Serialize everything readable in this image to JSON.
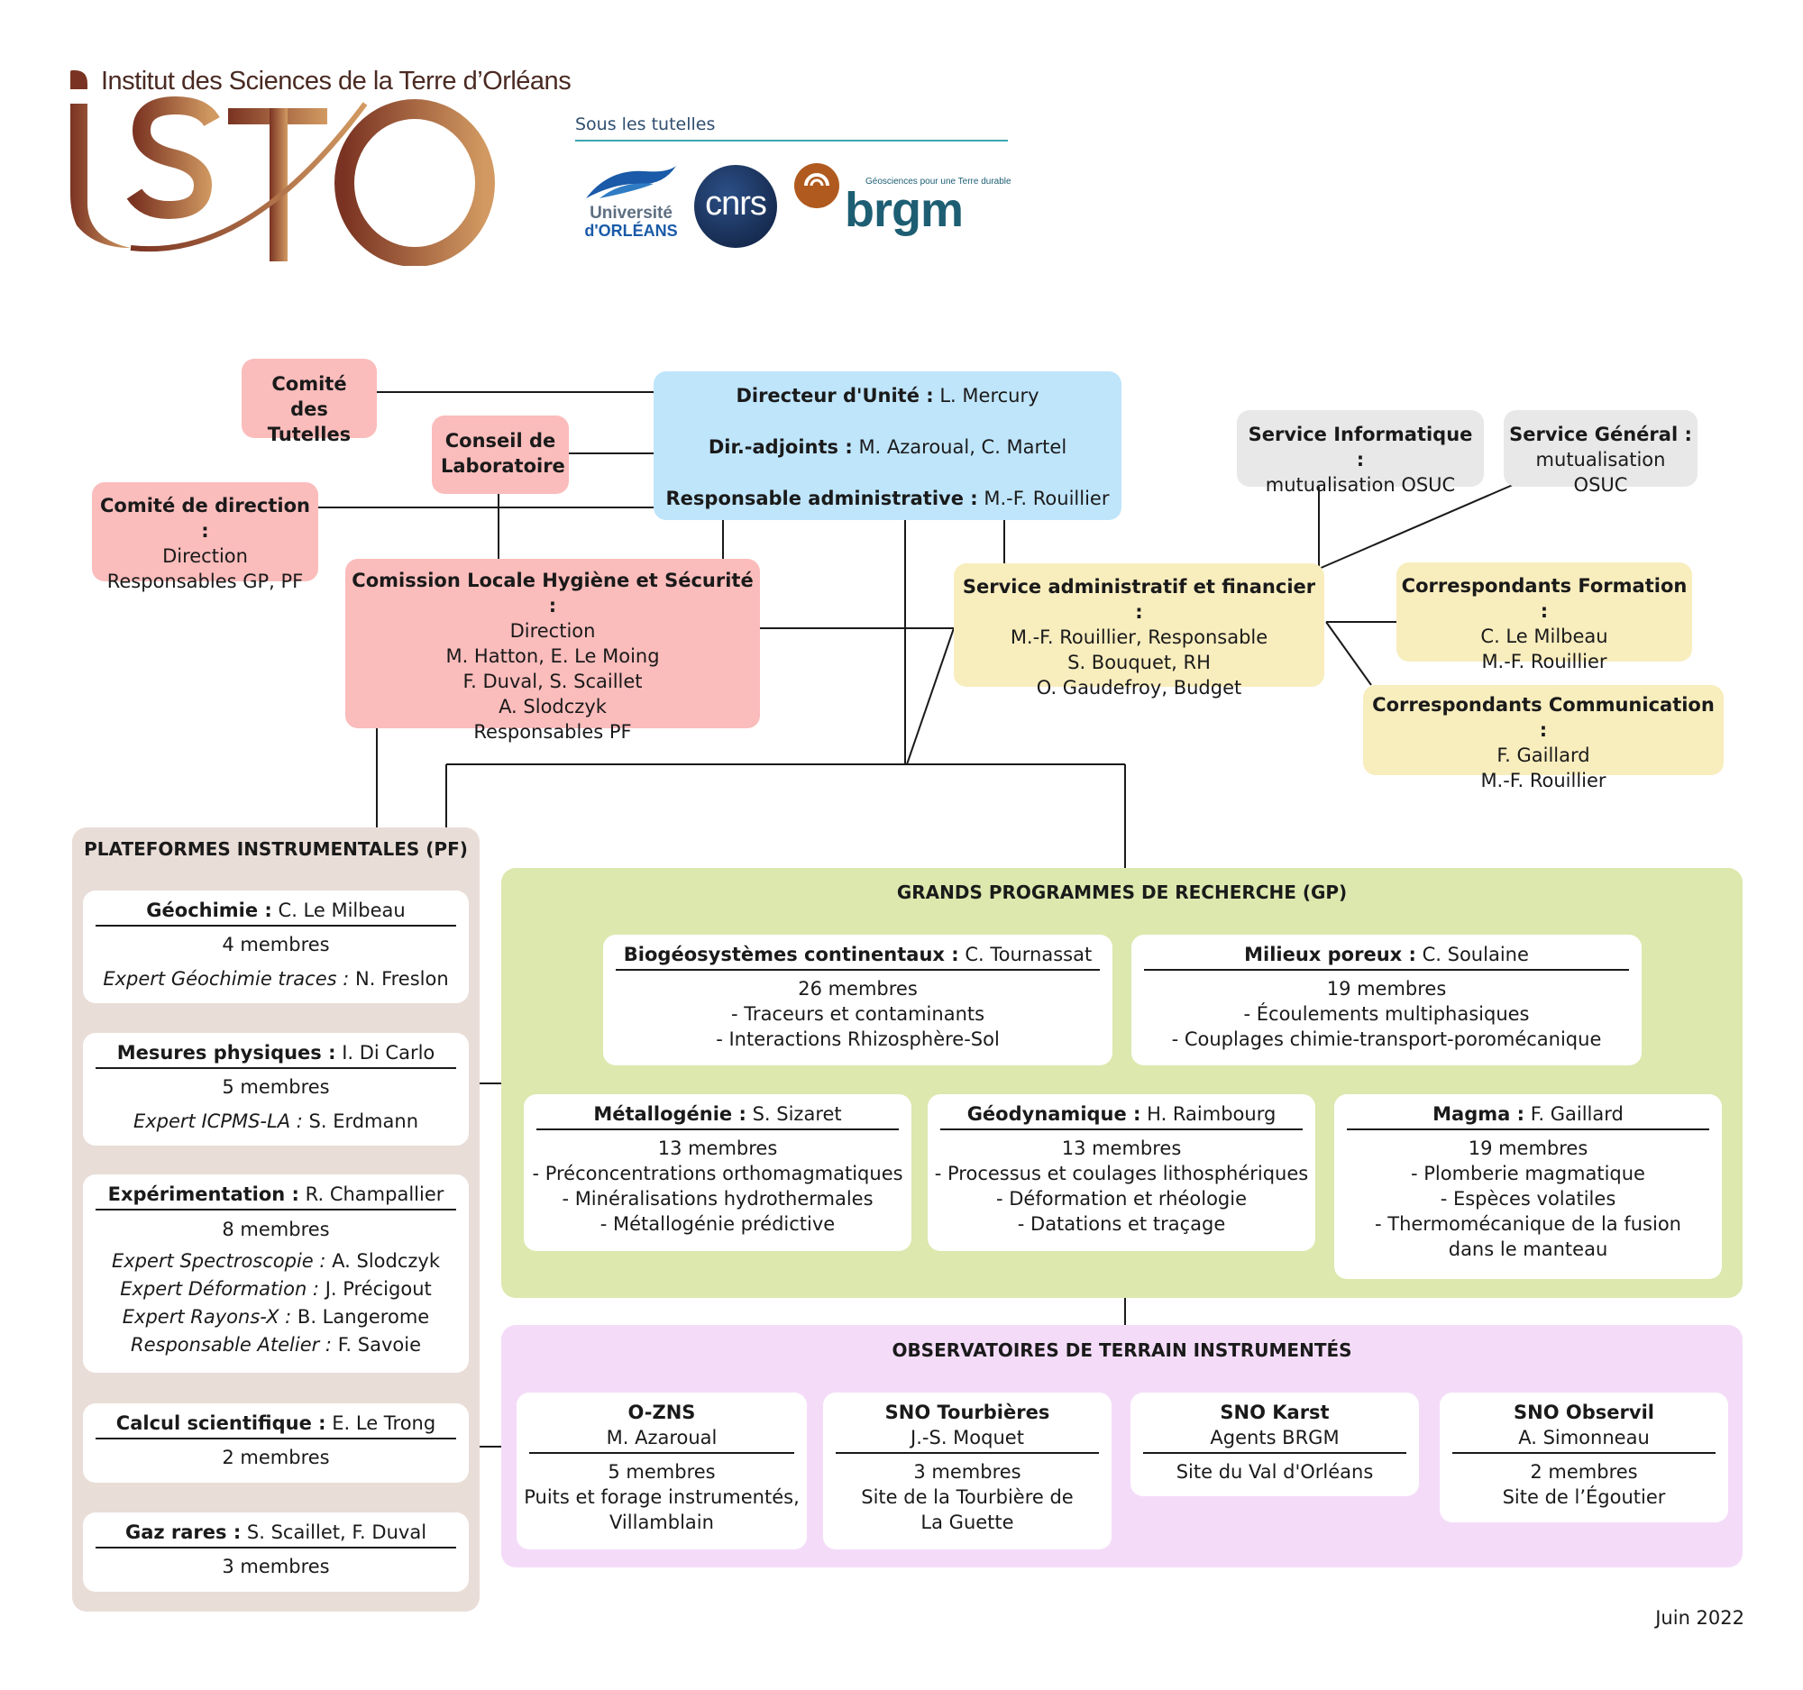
{
  "header": {
    "institute_name": "Institut des Sciences de la Terre d’Orléans",
    "logo_text": "ISTO",
    "tutelles_label": "Sous les tutelles",
    "univ_line1": "Université",
    "univ_line2": "d'ORLÉANS",
    "cnrs_text": "cnrs",
    "brgm_tagline": "Géosciences pour une Terre durable",
    "brgm_text": "brgm"
  },
  "colors": {
    "pink": "#fbbcbc",
    "blue": "#bfe5fb",
    "grey": "#e8e8e8",
    "yellow": "#f8edbd",
    "pf_panel": "#e9ddd7",
    "gp_panel": "#dce8ae",
    "obs_panel": "#f4dcf9",
    "isto_brown": "#7a3322",
    "isto_tan": "#d29a62"
  },
  "governance": {
    "comite_tutelles": "Comité des Tutelles",
    "conseil_labo": "Conseil de Laboratoire",
    "comite_direction": {
      "title": "Comité de direction :",
      "lines": [
        "Direction",
        "Responsables GP, PF"
      ]
    },
    "direction": {
      "director_label": "Directeur d'Unité :",
      "director_name": "L. Mercury",
      "deputies_label": "Dir.-adjoints :",
      "deputies_names": "M. Azaroual, C. Martel",
      "admin_label": "Responsable administrative :",
      "admin_name": "M.-F. Rouillier"
    },
    "clhs": {
      "title": "Comission Locale Hygiène et Sécurité :",
      "lines": [
        "Direction",
        "M. Hatton, E. Le Moing",
        "F. Duval, S. Scaillet",
        "A. Slodczyk",
        "Responsables PF"
      ]
    },
    "service_info": {
      "title": "Service Informatique :",
      "sub": "mutualisation OSUC"
    },
    "service_general": {
      "title": "Service Général :",
      "sub": "mutualisation OSUC"
    },
    "service_admin": {
      "title": "Service administratif et financier :",
      "lines": [
        "M.-F. Rouillier, Responsable",
        "S. Bouquet, RH",
        "O. Gaudefroy, Budget"
      ]
    },
    "corr_formation": {
      "title": "Correspondants Formation :",
      "lines": [
        "C. Le Milbeau",
        "M.-F. Rouillier"
      ]
    },
    "corr_communication": {
      "title": "Correspondants Communication :",
      "lines": [
        "F. Gaillard",
        "M.-F. Rouillier"
      ]
    }
  },
  "plateformes": {
    "title": "PLATEFORMES INSTRUMENTALES (PF)",
    "items": [
      {
        "name": "Géochimie :",
        "lead": "C. Le Milbeau",
        "members": "4 membres",
        "experts": [
          {
            "role": "Expert Géochimie traces :",
            "name": "N. Freslon"
          }
        ]
      },
      {
        "name": "Mesures physiques :",
        "lead": "I. Di Carlo",
        "members": "5 membres",
        "experts": [
          {
            "role": "Expert ICPMS-LA :",
            "name": "S. Erdmann"
          }
        ]
      },
      {
        "name": "Expérimentation :",
        "lead": "R. Champallier",
        "members": "8 membres",
        "experts": [
          {
            "role": "Expert Spectroscopie :",
            "name": "A. Slodczyk"
          },
          {
            "role": "Expert Déformation :",
            "name": "J. Précigout"
          },
          {
            "role": "Expert Rayons-X :",
            "name": "B. Langerome"
          },
          {
            "role": "Responsable Atelier :",
            "name": "F. Savoie"
          }
        ]
      },
      {
        "name": "Calcul scientifique :",
        "lead": "E. Le Trong",
        "members": "2 membres",
        "experts": []
      },
      {
        "name": "Gaz rares :",
        "lead": "S. Scaillet, F. Duval",
        "members": "3 membres",
        "experts": []
      }
    ]
  },
  "grands_programmes": {
    "title": "GRANDS PROGRAMMES DE RECHERCHE (GP)",
    "items": [
      {
        "name": "Biogéosystèmes continentaux :",
        "lead": "C. Tournassat",
        "members": "26 membres",
        "topics": [
          "- Traceurs et contaminants",
          "- Interactions Rhizosphère-Sol"
        ]
      },
      {
        "name": "Milieux poreux :",
        "lead": "C. Soulaine",
        "members": "19 membres",
        "topics": [
          "- Écoulements multiphasiques",
          "- Couplages chimie-transport-poromécanique"
        ]
      },
      {
        "name": "Métallogénie :",
        "lead": "S. Sizaret",
        "members": "13 membres",
        "topics": [
          "- Préconcentrations orthomagmatiques",
          "- Minéralisations hydrothermales",
          "- Métallogénie prédictive"
        ]
      },
      {
        "name": "Géodynamique :",
        "lead": "H. Raimbourg",
        "members": "13 membres",
        "topics": [
          "- Processus et coulages lithosphériques",
          "- Déformation et rhéologie",
          "- Datations et traçage"
        ]
      },
      {
        "name": "Magma :",
        "lead": "F. Gaillard",
        "members": "19 membres",
        "topics": [
          "- Plomberie magmatique",
          "- Espèces volatiles",
          "- Thermomécanique de la fusion",
          "dans le manteau"
        ]
      }
    ]
  },
  "observatoires": {
    "title": "OBSERVATOIRES DE TERRAIN INSTRUMENTÉS",
    "items": [
      {
        "name": "O-ZNS",
        "lead": "M. Azaroual",
        "lines": [
          "5 membres",
          "Puits et forage instrumentés,",
          "Villamblain"
        ]
      },
      {
        "name": "SNO Tourbières",
        "lead": "J.-S. Moquet",
        "lines": [
          "3 membres",
          "Site de la Tourbière de",
          "La Guette"
        ]
      },
      {
        "name": "SNO Karst",
        "lead": "Agents BRGM",
        "lines": [
          "Site du Val d'Orléans"
        ]
      },
      {
        "name": "SNO Observil",
        "lead": "A. Simonneau",
        "lines": [
          "2 membres",
          "Site de l’Égoutier"
        ]
      }
    ]
  },
  "footer": {
    "date": "Juin 2022"
  }
}
